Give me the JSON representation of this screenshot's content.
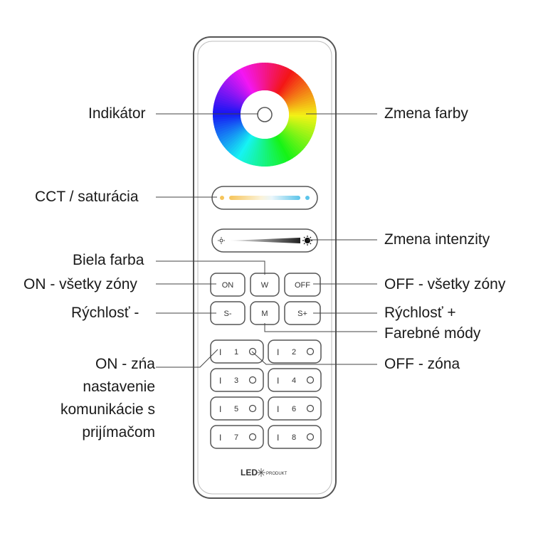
{
  "labels": {
    "indicator": "Indikátor",
    "color_change": "Zmena farby",
    "cct_saturation": "CCT / saturácia",
    "intensity_change": "Zmena intenzity",
    "white_color": "Biela farba",
    "on_all_zones": "ON - všetky zóny",
    "off_all_zones": "OFF - všetky zóny",
    "speed_minus": "Rýchlosť  -",
    "speed_plus": "Rýchlosť +",
    "color_modes": "Farebné módy",
    "zone_on_lines": [
      "ON - zńa",
      "nastavenie",
      "komunikácie s",
      "prijímačom"
    ],
    "zone_off": "OFF - zóna"
  },
  "buttons": {
    "on": "ON",
    "white": "W",
    "off": "OFF",
    "speed_minus": "S-",
    "mode": "M",
    "speed_plus": "S+"
  },
  "zones": [
    "1",
    "2",
    "3",
    "4",
    "5",
    "6",
    "7",
    "8"
  ],
  "zone_on_symbol": "I",
  "logo": {
    "led": "LED",
    "produkt": "PRODUKT"
  },
  "colors": {
    "outline": "#555555",
    "leader": "#444444",
    "text": "#1a1a1a"
  }
}
